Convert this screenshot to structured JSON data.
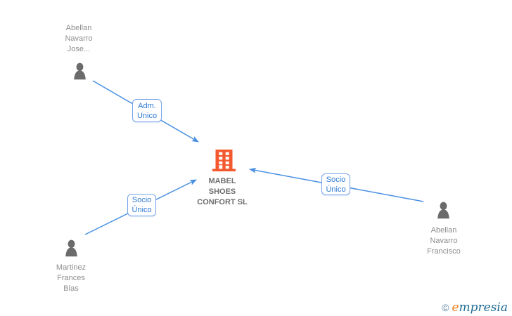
{
  "nodes": {
    "company": {
      "name": "MABEL SHOES CONFORT SL",
      "lines": [
        "MABEL",
        "SHOES",
        "CONFORT SL"
      ]
    },
    "person_top_left": {
      "name": "Abellan Navarro Jose...",
      "lines": [
        "Abellan",
        "Navarro",
        "Jose..."
      ]
    },
    "person_bottom_left": {
      "name": "Martinez Frances Blas",
      "lines": [
        "Martinez",
        "Frances",
        "Blas"
      ]
    },
    "person_right": {
      "name": "Abellan Navarro Francisco",
      "lines": [
        "Abellan",
        "Navarro",
        "Francisco"
      ]
    }
  },
  "edges": {
    "adm_unico": {
      "lines": [
        "Adm.",
        "Unico"
      ]
    },
    "socio_unico_left": {
      "lines": [
        "Socio",
        "Único"
      ]
    },
    "socio_unico_right": {
      "lines": [
        "Socio",
        "Único"
      ]
    }
  },
  "footer": {
    "copyright": "©",
    "brand_initial": "e",
    "brand_rest": "mpresia"
  },
  "colors": {
    "edge_blue": "#4a90e2",
    "edge_box_border": "#77a5ea",
    "edge_box_text": "#2e7ad2",
    "person_icon_gray": "#6b6b6b",
    "person_label_gray": "#8d8d8d",
    "company_label_gray": "#6e6e6e",
    "building_orange": "#f4582e",
    "brand_orange": "#ee7d1d",
    "brand_blue": "#1f6b94",
    "background": "#ffffff"
  }
}
